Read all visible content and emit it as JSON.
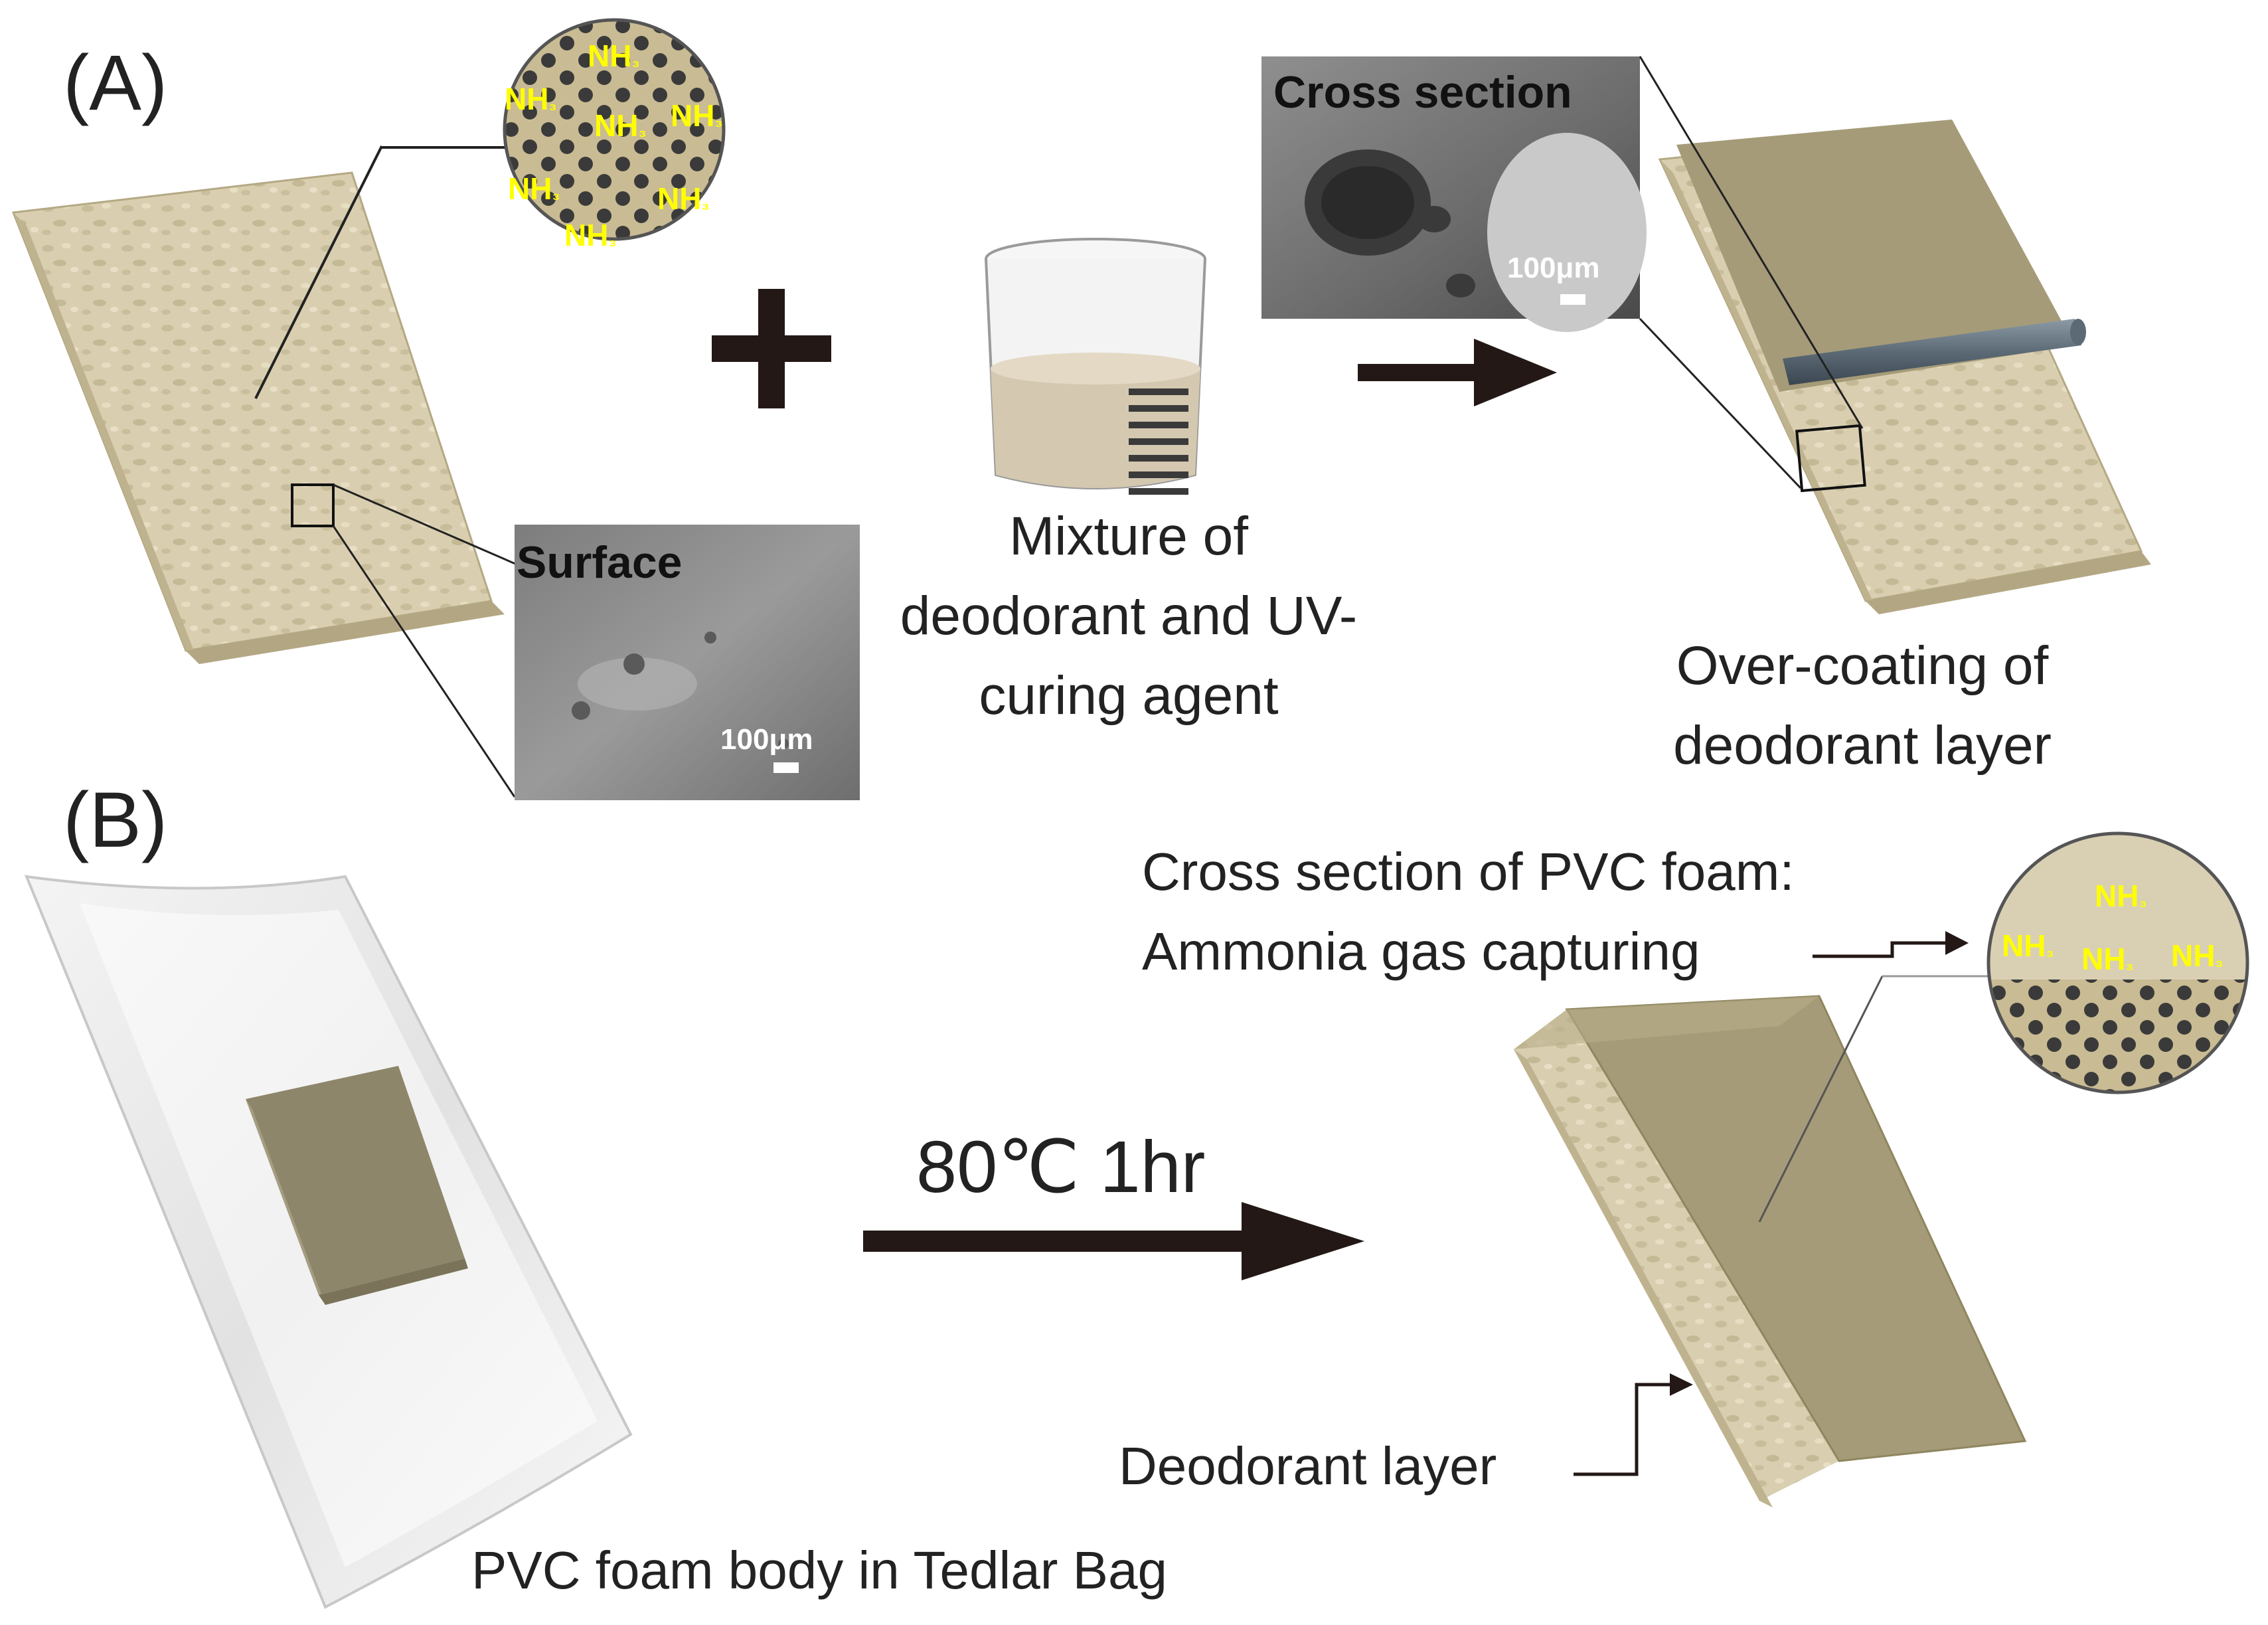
{
  "panels": {
    "a_label": "(A)",
    "b_label": "(B)"
  },
  "chem": {
    "nh": "NH",
    "sub": "₃"
  },
  "sem": {
    "surface_title": "Surface",
    "cross_title": "Cross section",
    "scale": "100μm"
  },
  "labels": {
    "mixture_line1": "Mixture of",
    "mixture_line2": "deodorant and UV-",
    "mixture_line3": "curing agent",
    "overcoat_line1": "Over-coating of",
    "overcoat_line2": "deodorant layer",
    "cross_pvc_line1": "Cross section of PVC foam:",
    "cross_pvc_line2": "Ammonia gas capturing",
    "condition": "80℃  1hr",
    "deodorant_layer": "Deodorant layer",
    "tedlar": "PVC foam body in Tedlar Bag"
  },
  "colors": {
    "foam": "#d9cfb0",
    "foam_dark": "#bfb38f",
    "coating": "#a59b78",
    "nh3": "#ffff00",
    "arrow": "#231815"
  }
}
